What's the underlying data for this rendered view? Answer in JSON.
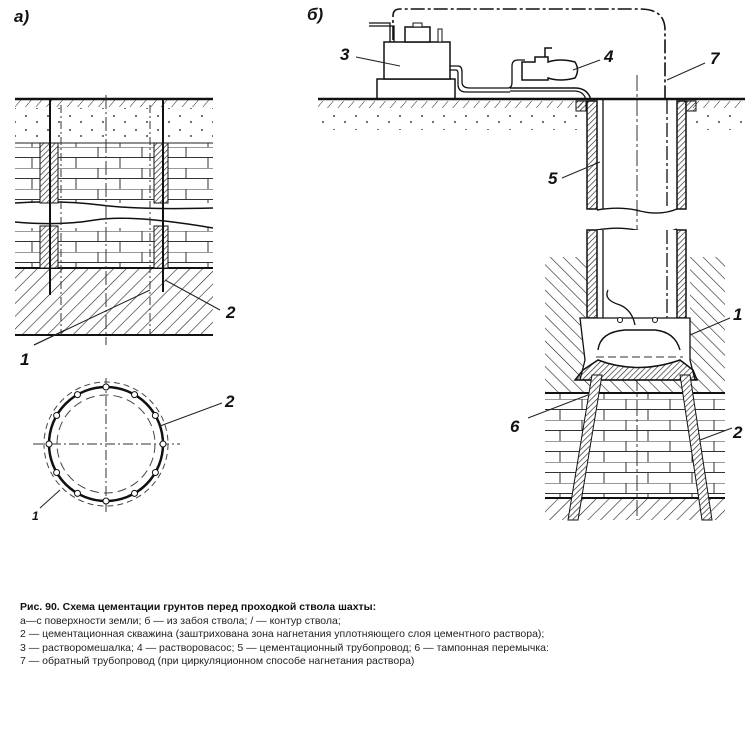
{
  "figure": {
    "panel_a_label": "а)",
    "panel_b_label": "б)",
    "callouts": {
      "a_1": "1",
      "a_2": "2",
      "a_circle_2": "2",
      "a_circle_1": "1",
      "b_3": "3",
      "b_4": "4",
      "b_7": "7",
      "b_5": "5",
      "b_1": "1",
      "b_6": "6",
      "b_2": "2"
    }
  },
  "caption": {
    "title": "Рис. 90. Схема цементации грунтов перед проходкой ствола шахты:",
    "lines": [
      "а—с поверхности земли; б — из забоя ствола; / — контур ствола;",
      "2 — цементационная скважина  (заштрихована зона нагнетания  уплотняющего слоя цементного раствора);",
      "3 — растворомешалка; 4 — растворовасос; 5 — цементационный трубопровод; 6 — тампонная перемычка:",
      "7 — обратный трубопровод (при циркуляционном способе нагнетания раствора)"
    ]
  }
}
